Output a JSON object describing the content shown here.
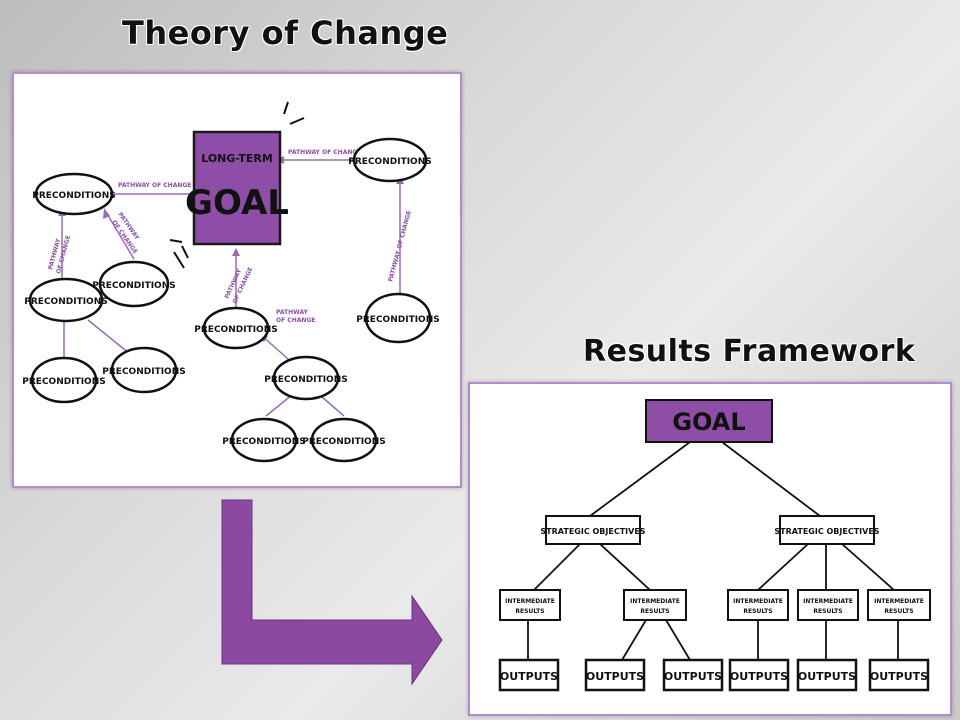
{
  "theory_of_change": {
    "title": "Theory of Change",
    "goal_line1": "LONG-TERM",
    "goal_line2": "GOAL",
    "node_label": "PRECONDITIONS",
    "pathway_label": "PATHWAY OF CHANGE",
    "pathway_label_line1": "PATHWAY",
    "pathway_label_line2": "OF CHANGE"
  },
  "results_framework": {
    "title": "Results Framework",
    "goal_label": "GOAL",
    "strategic_label": "STRATEGIC OBJECTIVES",
    "intermediate_line1": "INTERMEDIATE",
    "intermediate_line2": "RESULTS",
    "outputs_label": "OUTPUTS"
  },
  "colors": {
    "accent_purple": "#8e4ea8",
    "panel_border": "#b48ad0",
    "arrow_purple": "#8b4aa0"
  }
}
